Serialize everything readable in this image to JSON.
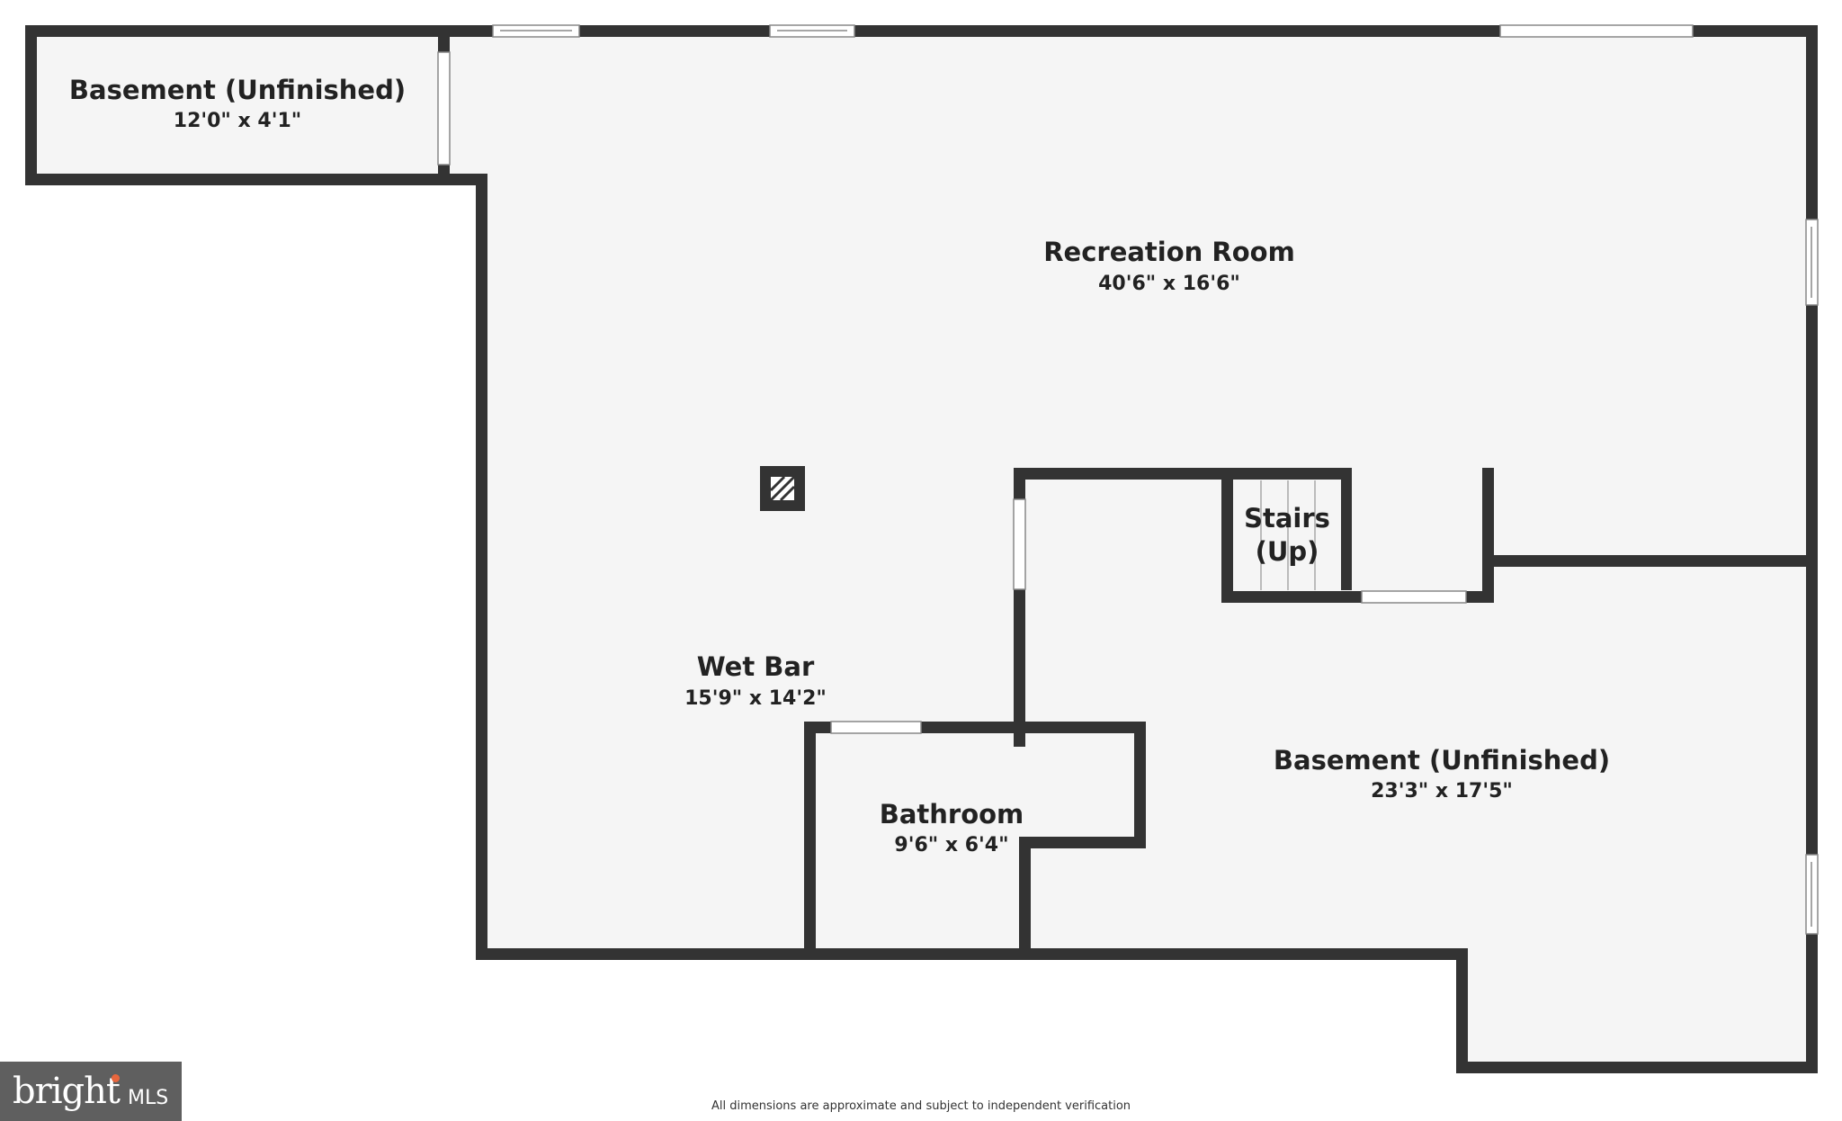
{
  "rooms": [
    {
      "name": "Basement (Unfinished)",
      "dimensions": "12'0\" x 4'1\""
    },
    {
      "name": "Recreation Room",
      "dimensions": "40'6\" x 16'6\""
    },
    {
      "name": "Stairs",
      "name_line2": "(Up)"
    },
    {
      "name": "Wet Bar",
      "dimensions": "15'9\" x 14'2\""
    },
    {
      "name": "Bathroom",
      "dimensions": "9'6\" x 6'4\""
    },
    {
      "name": "Basement (Unfinished)",
      "dimensions": "23'3\" x 17'5\""
    }
  ],
  "disclaimer": "All dimensions are approximate and subject to independent verification",
  "logo": {
    "brand": "bright",
    "suffix": "MLS"
  },
  "colors": {
    "wall": "#333333",
    "floor": "#f5f5f5",
    "background": "#ffffff",
    "logo_bg": "#5f5f5f",
    "logo_accent": "#e8663d"
  }
}
